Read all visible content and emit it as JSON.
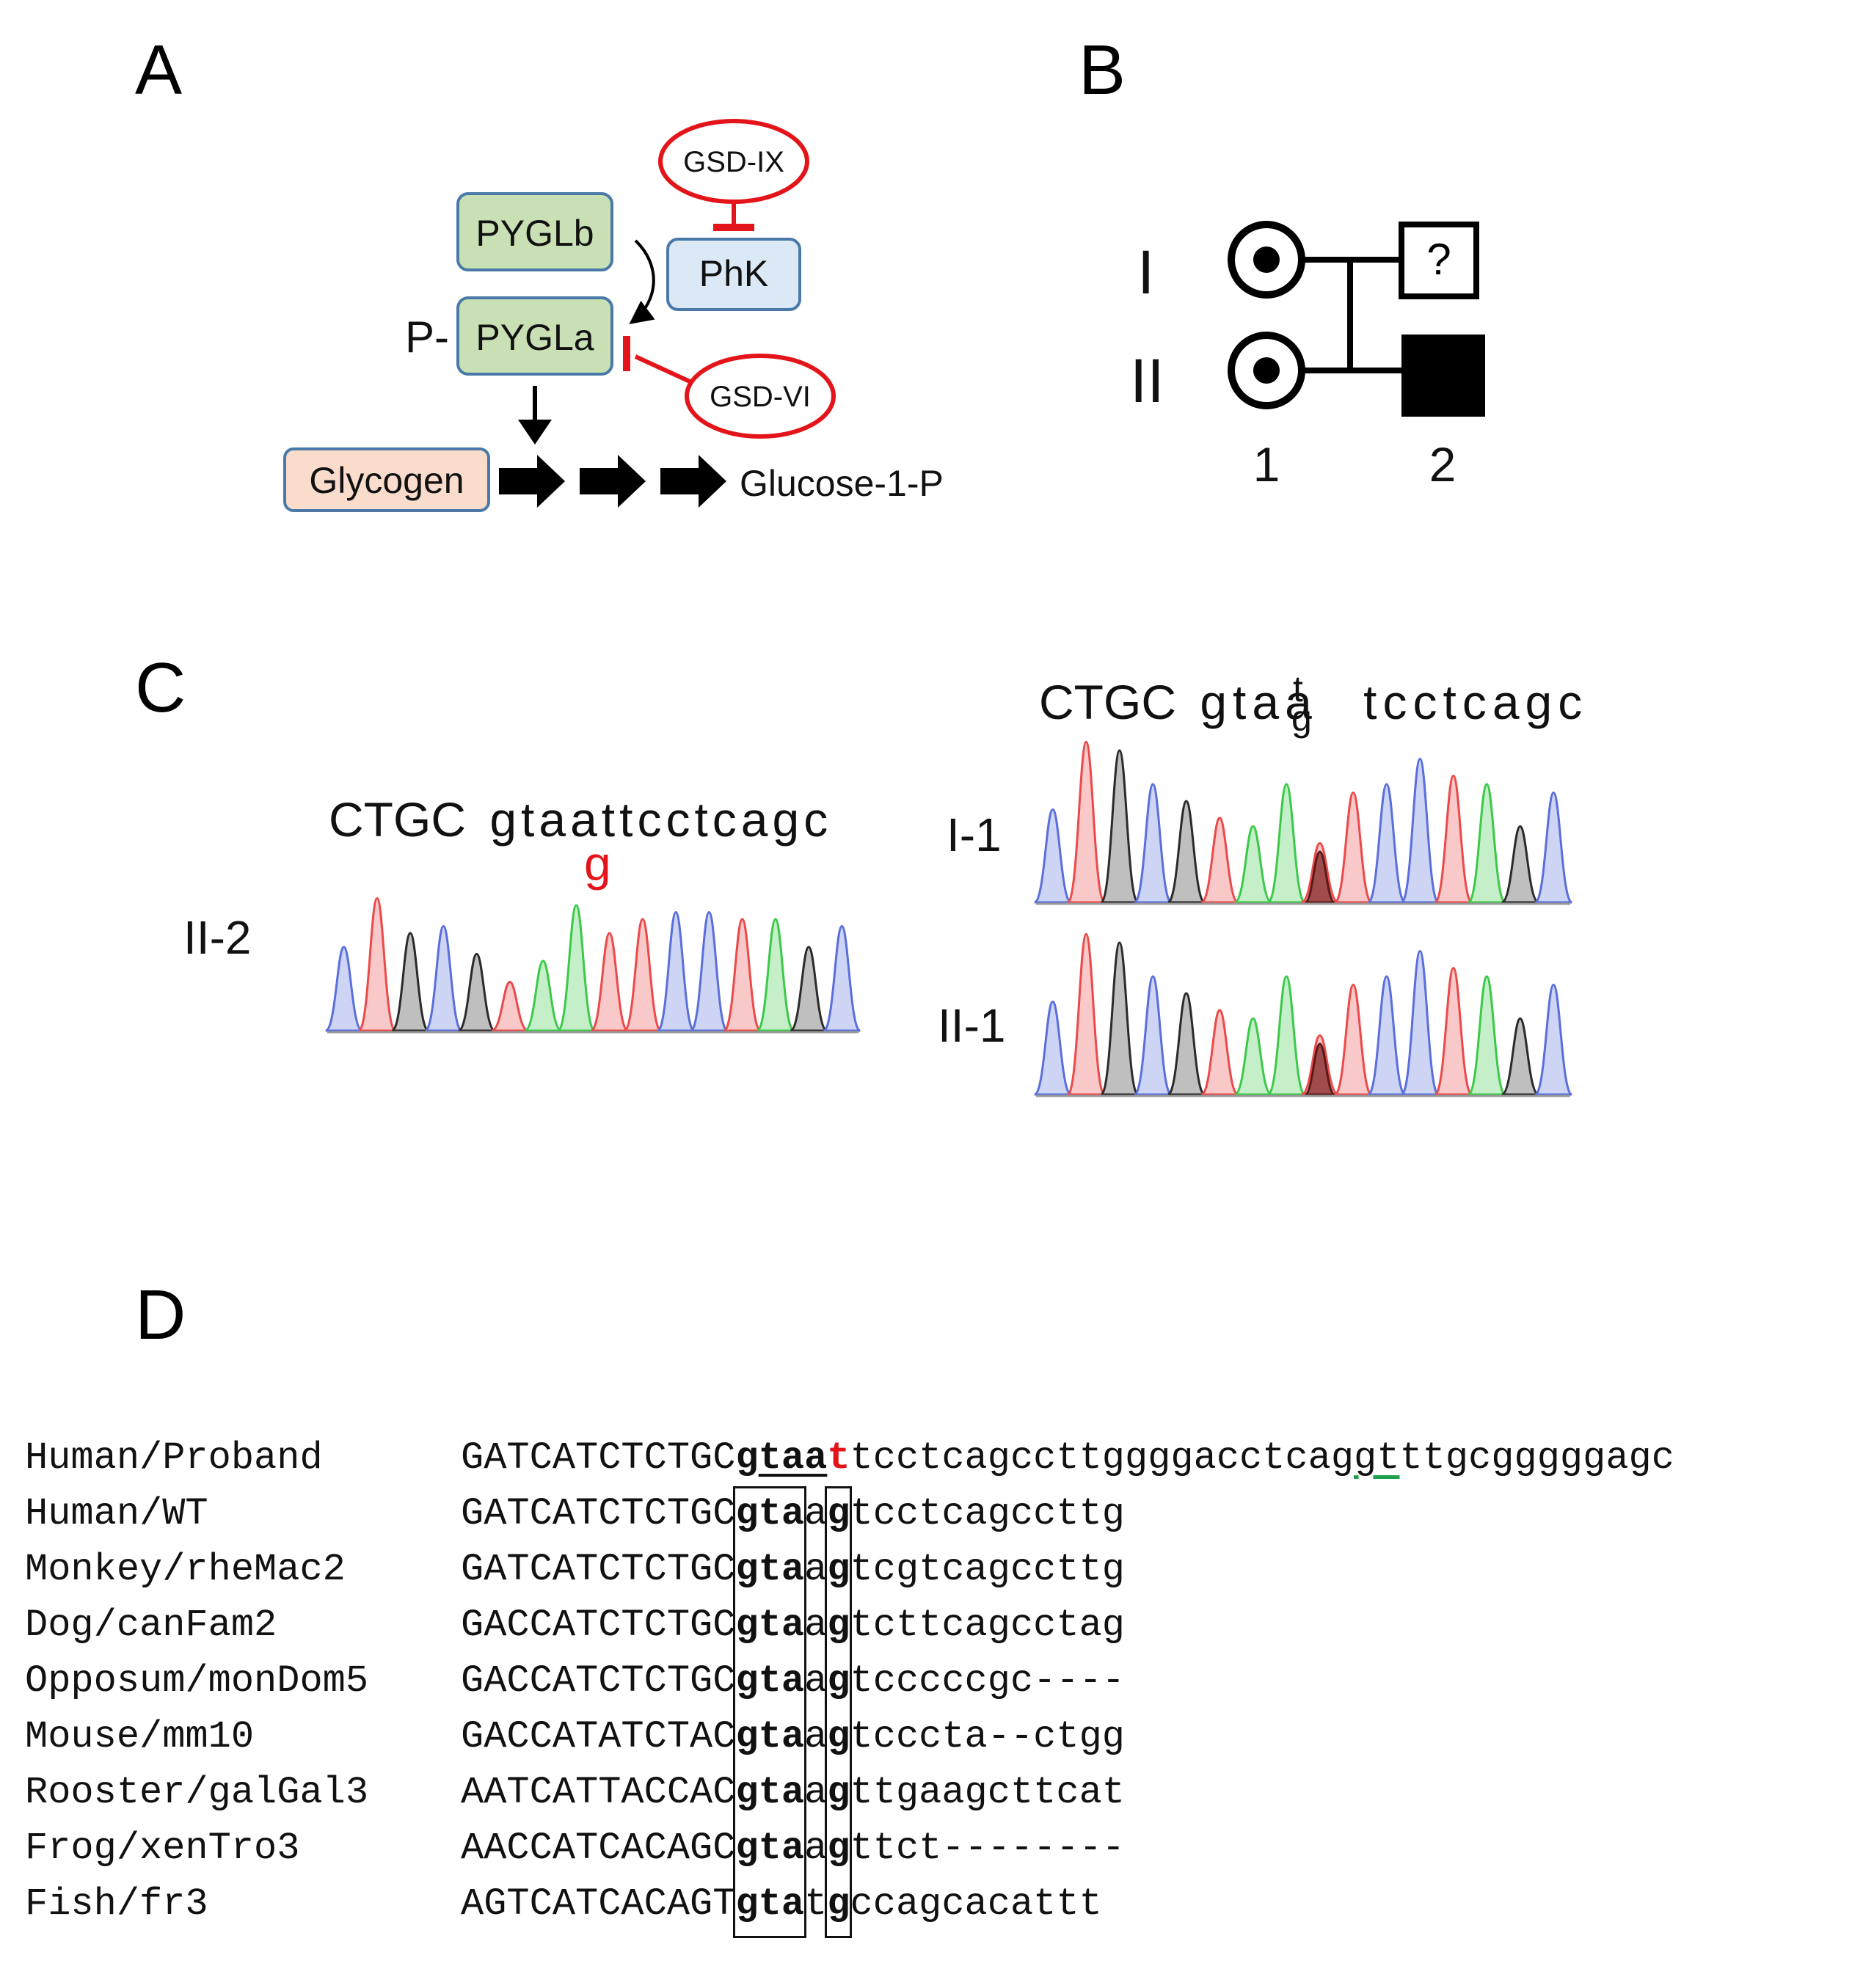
{
  "panel_labels": [
    "A",
    "B",
    "C",
    "D"
  ],
  "panelA": {
    "nodes": {
      "pyglb": "PYGLb",
      "pygla": "PYGLa",
      "phk": "PhK",
      "gsd_ix": "GSD-IX",
      "gsd_vi": "GSD-VI",
      "glycogen": "Glycogen",
      "glucose": "Glucose-1-P",
      "phospho_prefix": "P-"
    },
    "colors": {
      "pygl_fill": "#c9e0b4",
      "phk_fill": "#dbe9f6",
      "glycogen_fill": "#f9dccb",
      "box_stroke": "#4a79a8",
      "inhibit_red": "#e3151a"
    }
  },
  "panelB": {
    "generations": [
      "I",
      "II"
    ],
    "individuals": [
      "1",
      "2"
    ],
    "unknown_mark": "?"
  },
  "panelC": {
    "proband_label": "II-2",
    "proband_ref": "CTGC",
    "proband_seq": "gtaattcctcagc",
    "proband_mut_base": "g",
    "carrier_ref": "CTGC",
    "carrier_seq_left": "gtaa",
    "carrier_top_base": "t",
    "carrier_bottom_base": "g",
    "carrier_seq_right": "tcctcagc",
    "carrier_labels": [
      "I-1",
      "II-1"
    ],
    "trace_colors": {
      "A": "#5a6fdc",
      "C": "#2b2b2b",
      "G": "#3cc94a",
      "T": "#ec4a4a"
    }
  },
  "panelD": {
    "rows": [
      {
        "name": "Human/Proband",
        "prefix": "GATCATCTCTGC",
        "motif1": "gta",
        "mid": "a",
        "motif2": "t",
        "rest_a": "tcctcagccttggggacctcag",
        "rest_b": "gt",
        "rest_c": "ttgcgggggagc"
      },
      {
        "name": "Human/WT",
        "prefix": "GATCATCTCTGC",
        "motif1": "gta",
        "mid": "a",
        "motif2": "g",
        "rest_a": "tcctcagccttg"
      },
      {
        "name": "Monkey/rheMac2",
        "prefix": "GATCATCTCTGC",
        "motif1": "gta",
        "mid": "a",
        "motif2": "g",
        "rest_a": "tcgtcagccttg"
      },
      {
        "name": "Dog/canFam2",
        "prefix": "GACCATCTCTGC",
        "motif1": "gta",
        "mid": "a",
        "motif2": "g",
        "rest_a": "tcttcagcctag"
      },
      {
        "name": "Opposum/monDom5",
        "prefix": "GACCATCTCTGC",
        "motif1": "gta",
        "mid": "a",
        "motif2": "g",
        "rest_a": "tcccccgc----"
      },
      {
        "name": "Mouse/mm10",
        "prefix": "GACCATATCTAC",
        "motif1": "gta",
        "mid": "a",
        "motif2": "g",
        "rest_a": "tcccta--ctgg"
      },
      {
        "name": "Rooster/galGal3",
        "prefix": "AATCATTACCAC",
        "motif1": "gta",
        "mid": "a",
        "motif2": "g",
        "rest_a": "ttgaagcttcat"
      },
      {
        "name": "Frog/xenTro3",
        "prefix": "AACCATCACAGC",
        "motif1": "gta",
        "mid": "a",
        "motif2": "g",
        "rest_a": "ttct--------"
      },
      {
        "name": "Fish/fr3",
        "prefix": "AGTCATCACAGT",
        "motif1": "gta",
        "mid": "t",
        "motif2": "g",
        "rest_a": "ccagcacattt"
      }
    ]
  }
}
